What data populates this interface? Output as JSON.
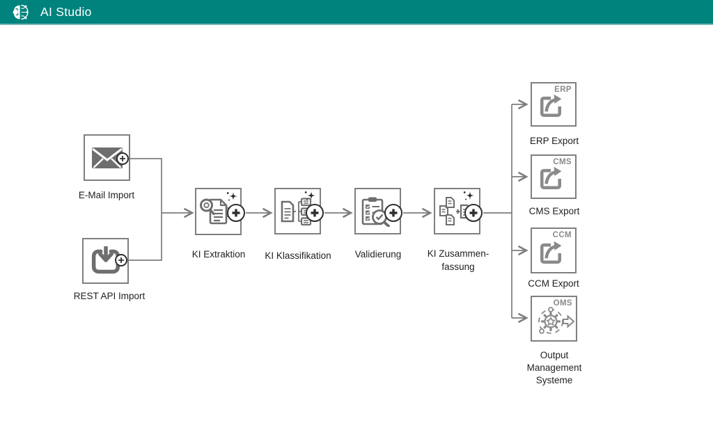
{
  "header": {
    "app_title": "AI Studio",
    "logo_icon": "brain-circuit-icon"
  },
  "colors": {
    "header_bg": "#00827D",
    "header_edge": "#7AB8B5",
    "node_border": "#7F7F7F",
    "icon_gray": "#6E6E6E",
    "export_icon_gray": "#8A8A8A",
    "badge_dark": "#2E2E2E",
    "connector": "#7D7D7D",
    "label_text": "#1F1F1F",
    "tag_text": "#8A8A8A"
  },
  "pipeline": {
    "import_nodes": [
      {
        "id": "email-import",
        "label_lines": [
          "E-Mail Import"
        ],
        "icon": "envelope-icon",
        "badge": "add-plus-badge"
      },
      {
        "id": "rest-api-import",
        "label_lines": [
          "REST API Import"
        ],
        "icon": "download-icon",
        "badge": "add-plus-badge"
      }
    ],
    "process_nodes": [
      {
        "id": "ki-extraktion",
        "label_lines": [
          "KI Extraktion"
        ],
        "icon": "document-search-icon",
        "ai_sparkle": true,
        "badge": "add-plus-badge"
      },
      {
        "id": "ki-klassifikation",
        "label_lines": [
          "KI Klassifikation"
        ],
        "icon": "document-classify-icon",
        "ai_sparkle": true,
        "badge": "add-plus-badge"
      },
      {
        "id": "validierung",
        "label_lines": [
          "Validierung"
        ],
        "icon": "checklist-search-icon",
        "ai_sparkle": false,
        "badge": "add-plus-badge"
      },
      {
        "id": "ki-zusammenfassung",
        "label_lines": [
          "KI Zusammen-",
          "fassung"
        ],
        "icon": "documents-summarize-icon",
        "ai_sparkle": true,
        "badge": "add-plus-badge"
      }
    ],
    "export_nodes": [
      {
        "id": "erp-export",
        "tag": "ERP",
        "label_lines": [
          "ERP Export"
        ],
        "icon": "share-export-icon"
      },
      {
        "id": "cms-export",
        "tag": "CMS",
        "label_lines": [
          "CMS Export"
        ],
        "icon": "share-export-icon"
      },
      {
        "id": "ccm-export",
        "tag": "CCM",
        "label_lines": [
          "CCM Export"
        ],
        "icon": "share-export-icon"
      },
      {
        "id": "oms-export",
        "tag": "OMS",
        "label_lines": [
          "Output",
          "Management",
          "Systeme"
        ],
        "icon": "gear-output-icon"
      }
    ],
    "edges": [
      {
        "from": "email-import",
        "to": "ki-extraktion"
      },
      {
        "from": "rest-api-import",
        "to": "ki-extraktion"
      },
      {
        "from": "ki-extraktion",
        "to": "ki-klassifikation"
      },
      {
        "from": "ki-klassifikation",
        "to": "validierung"
      },
      {
        "from": "validierung",
        "to": "ki-zusammenfassung"
      },
      {
        "from": "ki-zusammenfassung",
        "to": "erp-export"
      },
      {
        "from": "ki-zusammenfassung",
        "to": "cms-export"
      },
      {
        "from": "ki-zusammenfassung",
        "to": "ccm-export"
      },
      {
        "from": "ki-zusammenfassung",
        "to": "oms-export"
      }
    ]
  }
}
